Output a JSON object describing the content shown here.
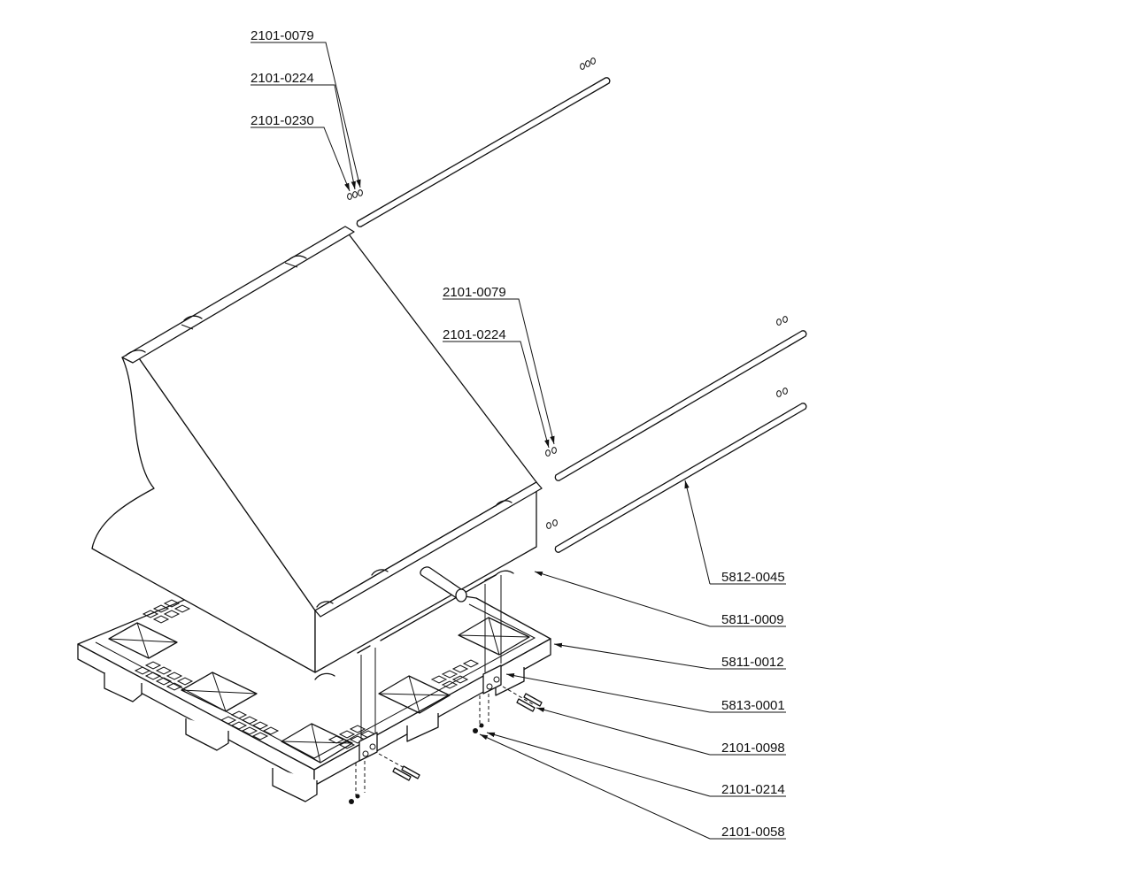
{
  "callouts": [
    {
      "id": "c1",
      "number": "2101-0079"
    },
    {
      "id": "c2",
      "number": "2101-0224"
    },
    {
      "id": "c3",
      "number": "2101-0230"
    },
    {
      "id": "c4",
      "number": "2101-0079"
    },
    {
      "id": "c5",
      "number": "2101-0224"
    },
    {
      "id": "c6",
      "number": "5812-0045"
    },
    {
      "id": "c7",
      "number": "5811-0009"
    },
    {
      "id": "c8",
      "number": "5811-0012"
    },
    {
      "id": "c9",
      "number": "5813-0001"
    },
    {
      "id": "c10",
      "number": "2101-0098"
    },
    {
      "id": "c11",
      "number": "2101-0214"
    },
    {
      "id": "c12",
      "number": "2101-0058"
    }
  ]
}
